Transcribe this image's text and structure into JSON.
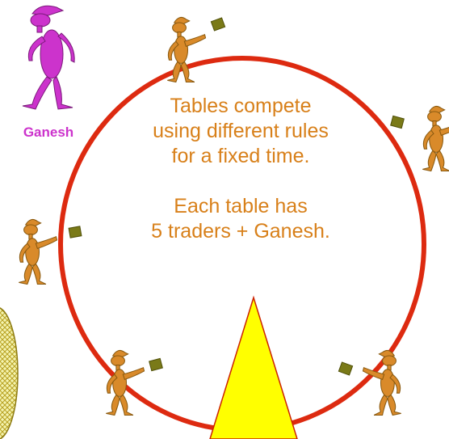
{
  "ganesh_label": "Ganesh",
  "text_lines": [
    "Tables compete",
    "using different rules",
    "for a fixed time.",
    "",
    "Each table has",
    "5 traders + Ganesh."
  ],
  "colors": {
    "ring": "#dd2a10",
    "text": "#d8801a",
    "ganesh": "#cc33cc",
    "trader": "#d98a2a",
    "trader_outline": "#8a5a10",
    "card": "#7a7a18",
    "triangle_fill": "#ffff00",
    "triangle_stroke": "#cc2200",
    "texture_fill": "#f2f2a0",
    "texture_stroke": "#b8a020"
  }
}
